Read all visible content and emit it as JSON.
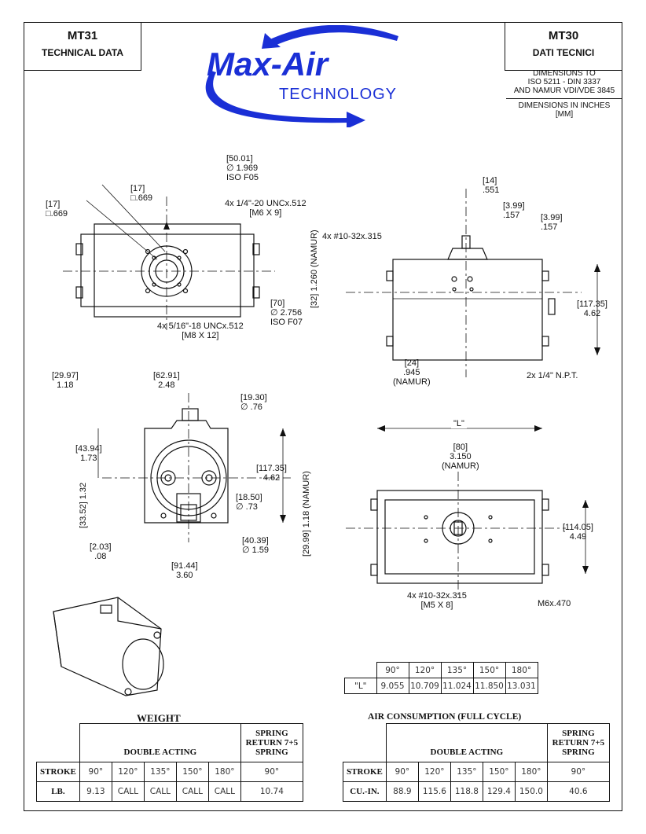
{
  "header": {
    "left_code": "MT31",
    "left_sub": "TECHNICAL DATA",
    "right_code": "MT30",
    "right_sub": "DATI TECNICI",
    "logo_main": "Max-Air",
    "logo_sub": "TECHNOLOGY",
    "standards": [
      "DIMENSIONS TO",
      "ISO 5211 - DIN 3337",
      "AND NAMUR VDI/VDE 3845"
    ],
    "units_line1": "DIMENSIONS IN INCHES",
    "units_line2": "[MM]"
  },
  "drawing_labels": {
    "top_view": {
      "l1": "[17]",
      "l1b": "□.669",
      "l2": "[17]",
      "l2b": "□.669",
      "f05a": "[50.01]",
      "f05b": "∅ 1.969",
      "f05c": "ISO F05",
      "m6a": "4x 1/4\"-20 UNCx.512",
      "m6b": "[M6 X 9]",
      "f07a": "[70]",
      "f07b": "∅ 2.756",
      "f07c": "ISO F07",
      "m8a": "4x 5/16\"-18 UNCx.512",
      "m8b": "[M8 X 12]"
    },
    "side_view": {
      "a": "[14]",
      "a2": ".551",
      "b": "[3.99]",
      "b2": ".157",
      "c": "[3.99]",
      "c2": ".157",
      "holes": "4x #10-32x.315",
      "namur_v": "[32]",
      "namur_v2": "1.260",
      "namur_v3": "(NAMUR)",
      "h1": "[117.35]",
      "h2": "4.62",
      "n1": "[24]",
      "n2": ".945",
      "n3": "(NAMUR)",
      "npt": "2x 1/4\" N.P.T."
    },
    "end_view": {
      "a": "[29.97]",
      "a2": "1.18",
      "b": "[62.91]",
      "b2": "2.48",
      "c": "[19.30]",
      "c2": "∅ .76",
      "d": "[43.94]",
      "d2": "1.73",
      "e": "[117.35]",
      "e2": "4.62",
      "f": "[33.52]",
      "f2": "1.32",
      "g": "[18.50]",
      "g2": "∅ .73",
      "h": "[2.03]",
      "h2": ".08",
      "i": "[40.39]",
      "i2": "∅ 1.59",
      "j": "[91.44]",
      "j2": "3.60"
    },
    "bottom_view": {
      "L": "\"L\"",
      "a": "[80]",
      "a2": "3.150",
      "a3": "(NAMUR)",
      "b": "[29.99]",
      "b2": "1.18",
      "b3": "(NAMUR)",
      "c": "[114.05]",
      "c2": "4.49",
      "holes": "4x #10-32x.315",
      "holes2": "[M5 X 8]",
      "m6": "M6x.470"
    }
  },
  "l_table": {
    "angles": [
      "90°",
      "120°",
      "135°",
      "150°",
      "180°"
    ],
    "label": "\"L\"",
    "values": [
      "9.055",
      "10.709",
      "11.024",
      "11.850",
      "13.031"
    ]
  },
  "weight": {
    "title": "WEIGHT",
    "group_da": "DOUBLE ACTING",
    "group_sr": "SPRING RETURN 7+5 SPRING",
    "row1_label": "STROKE",
    "row1": [
      "90°",
      "120°",
      "135°",
      "150°",
      "180°",
      "90°"
    ],
    "row2_label": "LB.",
    "row2": [
      "9.13",
      "CALL",
      "CALL",
      "CALL",
      "CALL",
      "10.74"
    ]
  },
  "air": {
    "title": "AIR CONSUMPTION (FULL CYCLE)",
    "group_da": "DOUBLE ACTING",
    "group_sr": "SPRING RETURN 7+5 SPRING",
    "row1_label": "STROKE",
    "row1": [
      "90°",
      "120°",
      "135°",
      "150°",
      "180°",
      "90°"
    ],
    "row2_label": "CU.-IN.",
    "row2": [
      "88.9",
      "115.6",
      "118.8",
      "129.4",
      "150.0",
      "40.6"
    ]
  },
  "colors": {
    "logo_blue": "#1a2fd6",
    "ink": "#111111"
  }
}
